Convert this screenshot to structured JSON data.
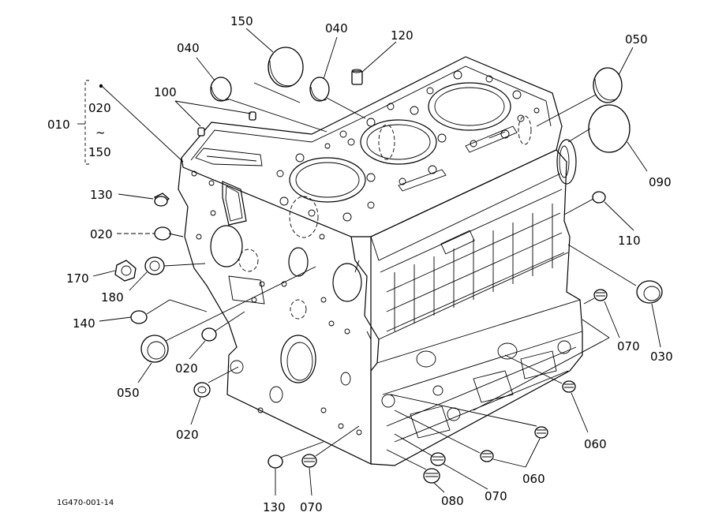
{
  "diagram": {
    "drawing_code": "1G470-001-14",
    "group": {
      "main": "010",
      "range_from": "020",
      "range_sep": "~",
      "range_to": "150"
    },
    "callouts": [
      {
        "id": "c150a",
        "text": "150"
      },
      {
        "id": "c040a",
        "text": "040"
      },
      {
        "id": "c040b",
        "text": "040"
      },
      {
        "id": "c120",
        "text": "120"
      },
      {
        "id": "c050a",
        "text": "050"
      },
      {
        "id": "c100",
        "text": "100"
      },
      {
        "id": "c090",
        "text": "090"
      },
      {
        "id": "c130a",
        "text": "130"
      },
      {
        "id": "c020a",
        "text": "020"
      },
      {
        "id": "c110",
        "text": "110"
      },
      {
        "id": "c170",
        "text": "170"
      },
      {
        "id": "c180",
        "text": "180"
      },
      {
        "id": "c030",
        "text": "030"
      },
      {
        "id": "c140",
        "text": "140"
      },
      {
        "id": "c070a",
        "text": "070"
      },
      {
        "id": "c020b",
        "text": "020"
      },
      {
        "id": "c050b",
        "text": "050"
      },
      {
        "id": "c060a",
        "text": "060"
      },
      {
        "id": "c020c",
        "text": "020"
      },
      {
        "id": "c060b",
        "text": "060"
      },
      {
        "id": "c070b",
        "text": "070"
      },
      {
        "id": "c130b",
        "text": "130"
      },
      {
        "id": "c070c",
        "text": "070"
      },
      {
        "id": "c080",
        "text": "080"
      }
    ]
  }
}
